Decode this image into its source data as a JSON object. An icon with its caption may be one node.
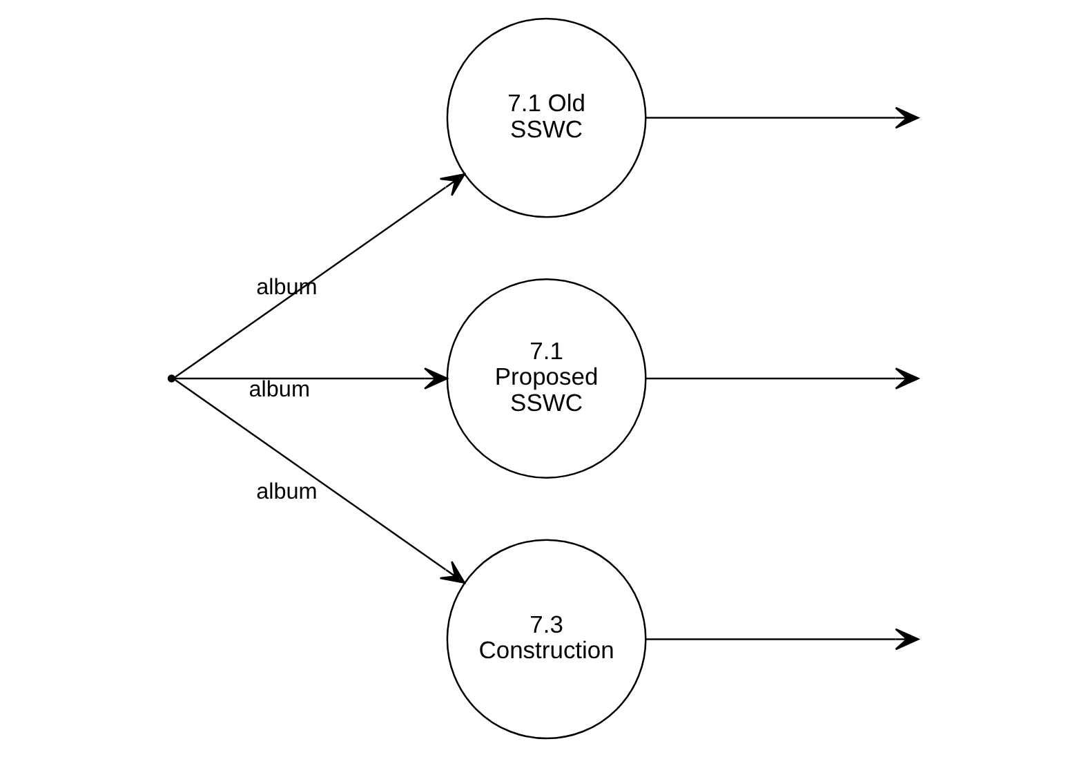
{
  "diagram": {
    "nodes": [
      {
        "text": [],
        "shape": "point"
      },
      {
        "text": [
          "7.1 Old SSWC"
        ]
      },
      {
        "text": [
          "7.1 Proposed SSWC"
        ]
      },
      {
        "text": [
          "7.3 Construction"
        ]
      }
    ],
    "edges": [
      {
        "from": 0,
        "to": 1,
        "arrow": "to",
        "label": "album"
      },
      {
        "from": 0,
        "to": 2,
        "arrow": "to",
        "label": "album"
      },
      {
        "from": 0,
        "to": 3,
        "arrow": "to",
        "label": "album"
      },
      {
        "from": 1,
        "to": null,
        "arrow": "to"
      },
      {
        "from": 2,
        "to": null,
        "arrow": "to"
      },
      {
        "from": 3,
        "to": null,
        "arrow": "to"
      }
    ]
  }
}
